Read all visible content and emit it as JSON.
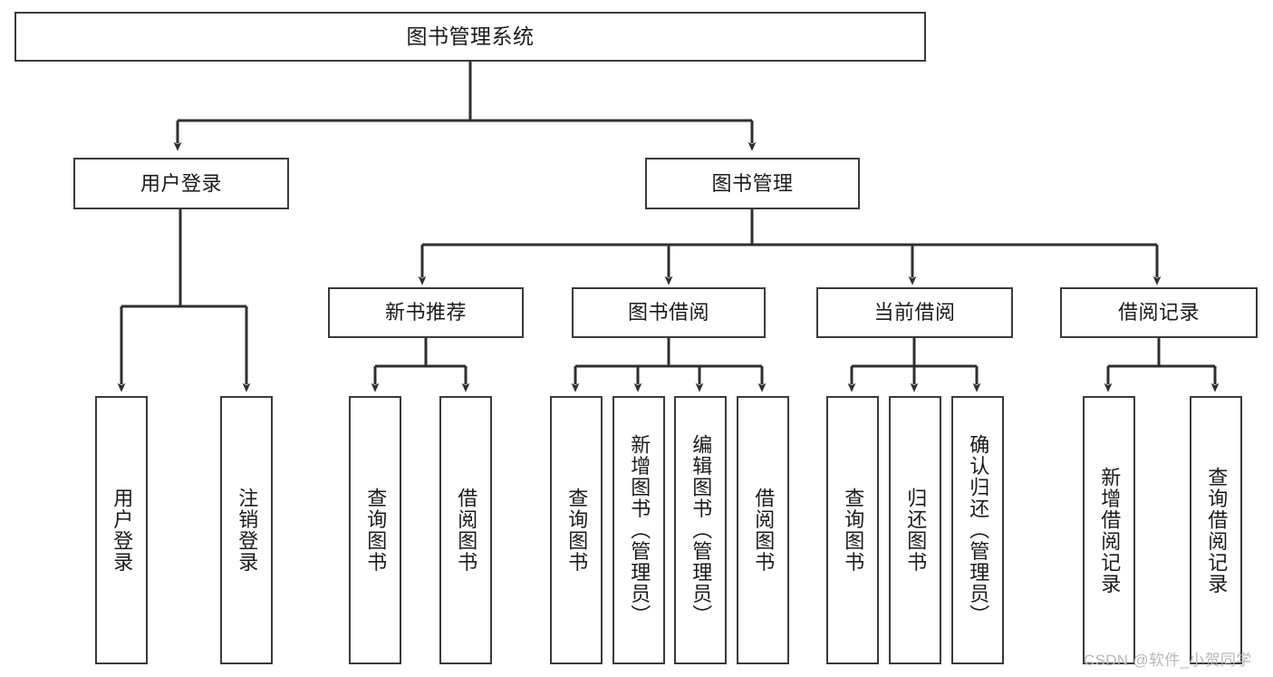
{
  "diagram": {
    "title": "图书管理系统",
    "type": "hierarchy-tree",
    "watermark": "CSDN @软件_小贺同学",
    "colors": {
      "box_border": "#3a3a3a",
      "box_fill": "#ffffff",
      "connector": "#2f2f2f",
      "text": "#1a1a1a",
      "watermark": "#b8b8b8"
    },
    "levels": [
      {
        "level": 0,
        "nodes": [
          {
            "id": "root",
            "label": "图书管理系统",
            "orientation": "horizontal"
          }
        ]
      },
      {
        "level": 1,
        "nodes": [
          {
            "id": "login",
            "label": "用户登录",
            "orientation": "horizontal",
            "parent": "root"
          },
          {
            "id": "bookmgmt",
            "label": "图书管理",
            "orientation": "horizontal",
            "parent": "root"
          }
        ]
      },
      {
        "level": 2,
        "nodes": [
          {
            "id": "newbook",
            "label": "新书推荐",
            "orientation": "horizontal",
            "parent": "bookmgmt"
          },
          {
            "id": "borrow",
            "label": "图书借阅",
            "orientation": "horizontal",
            "parent": "bookmgmt"
          },
          {
            "id": "current",
            "label": "当前借阅",
            "orientation": "horizontal",
            "parent": "bookmgmt"
          },
          {
            "id": "records",
            "label": "借阅记录",
            "orientation": "horizontal",
            "parent": "bookmgmt"
          }
        ]
      },
      {
        "level": 3,
        "nodes": [
          {
            "id": "leaf1",
            "label": "用户登录",
            "orientation": "vertical",
            "parent": "login"
          },
          {
            "id": "leaf2",
            "label": "注销登录",
            "orientation": "vertical",
            "parent": "login"
          },
          {
            "id": "leaf3",
            "label": "查询图书",
            "orientation": "vertical",
            "parent": "newbook"
          },
          {
            "id": "leaf4",
            "label": "借阅图书",
            "orientation": "vertical",
            "parent": "newbook"
          },
          {
            "id": "leaf5",
            "label": "查询图书",
            "orientation": "vertical",
            "parent": "borrow"
          },
          {
            "id": "leaf6",
            "label": "新增图书（管理员）",
            "orientation": "vertical",
            "parent": "borrow"
          },
          {
            "id": "leaf7",
            "label": "编辑图书（管理员）",
            "orientation": "vertical",
            "parent": "borrow"
          },
          {
            "id": "leaf8",
            "label": "借阅图书",
            "orientation": "vertical",
            "parent": "borrow"
          },
          {
            "id": "leaf9",
            "label": "查询图书",
            "orientation": "vertical",
            "parent": "current"
          },
          {
            "id": "leaf10",
            "label": "归还图书",
            "orientation": "vertical",
            "parent": "current"
          },
          {
            "id": "leaf11",
            "label": "确认归还（管理员）",
            "orientation": "vertical",
            "parent": "current"
          },
          {
            "id": "leaf12",
            "label": "新增借阅记录",
            "orientation": "vertical",
            "parent": "records"
          },
          {
            "id": "leaf13",
            "label": "查询借阅记录",
            "orientation": "vertical",
            "parent": "records"
          }
        ]
      }
    ]
  }
}
